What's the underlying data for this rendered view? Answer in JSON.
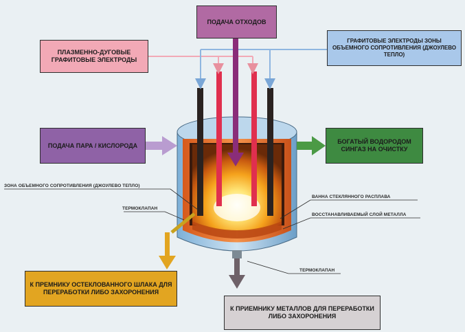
{
  "boxes": {
    "waste_feed": "ПОДАЧА ОТХОДОВ",
    "plasma_electrodes": "ПЛАЗМЕННО-ДУГОВЫЕ ГРАФИТОВЫЕ ЭЛЕКТРОДЫ",
    "joule_electrodes": "ГРАФИТОВЫЕ ЭЛЕКТРОДЫ ЗОНЫ ОБЪЕМНОГО СОПРОТИВЛЕНИЯ (ДЖОУЛЕВО ТЕПЛО)",
    "steam_oxygen": "ПОДАЧА ПАРА / КИСЛОРОДА",
    "syngas": "БОГАТЫЙ ВОДОРОДОМ СИНГАЗ НА ОЧИСТКУ",
    "slag_receiver": "К ПРЕМНИКУ ОСТЕКЛОВАННОГО ШЛАКА ДЛЯ ПЕРЕРАБОТКИ ЛИБО ЗАХОРОНЕНИЯ",
    "metal_receiver": "К ПРИЕМНИКУ МЕТАЛЛОВ ДЛЯ ПЕРЕРАБОТКИ ЛИБО ЗАХОРОНЕНИЯ"
  },
  "labels": {
    "joule_zone": "ЗОНА ОБЪЕМНОГО СОПРОТИВЛЕНИЯ (ДЖОУЛЕВО ТЕПЛО)",
    "thermovalve_left": "ТЕРМОКЛАПАН",
    "glass_melt": "ВАННА СТЕКЛЯННОГО РАСПЛАВА",
    "metal_layer": "ВОССТАНАВЛИВАЕМЫЙ СЛОЙ МЕТАЛЛА",
    "thermovalve_bottom": "ТЕРМОКЛАПАН"
  },
  "colors": {
    "waste_feed": "#b16aa3",
    "plasma": "#f2a9b6",
    "joule": "#a9c8ea",
    "steam": "#8f62a6",
    "syngas": "#3e8a41",
    "slag": "#e2a521",
    "metal": "#d6d1d3"
  }
}
